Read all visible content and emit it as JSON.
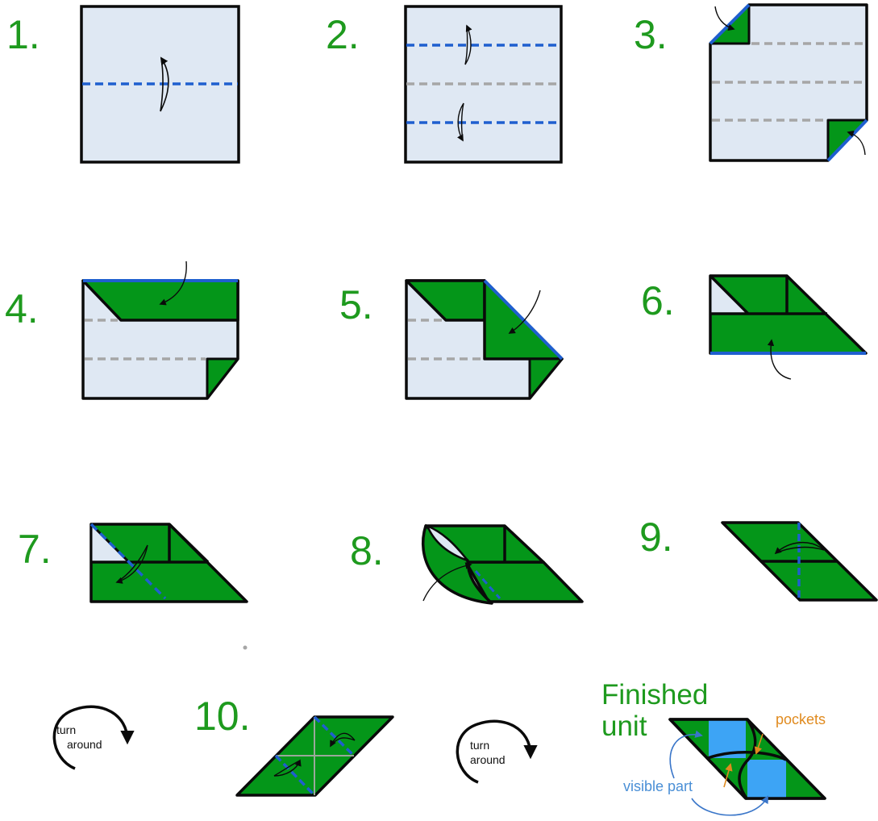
{
  "colors": {
    "paper": "#dfe8f3",
    "green": "#049619",
    "green_text": "#1e9a1e",
    "blue_line": "#1f5fcf",
    "gray_line": "#a6a6a6",
    "outline": "#0a0a0a",
    "visible_blue": "#3da4f5",
    "orange": "#e08a1e",
    "label_blue": "#4a8fd6"
  },
  "steps": [
    {
      "number": "1."
    },
    {
      "number": "2."
    },
    {
      "number": "3."
    },
    {
      "number": "4."
    },
    {
      "number": "5."
    },
    {
      "number": "6."
    },
    {
      "number": "7."
    },
    {
      "number": "8."
    },
    {
      "number": "9."
    },
    {
      "number": "10."
    }
  ],
  "turn_labels": [
    {
      "line1": "turn",
      "line2": "around"
    },
    {
      "line1": "turn",
      "line2": "around"
    }
  ],
  "finished": {
    "title_line1": "Finished",
    "title_line2": "unit",
    "pockets_label": "pockets",
    "visible_label": "visible part"
  }
}
